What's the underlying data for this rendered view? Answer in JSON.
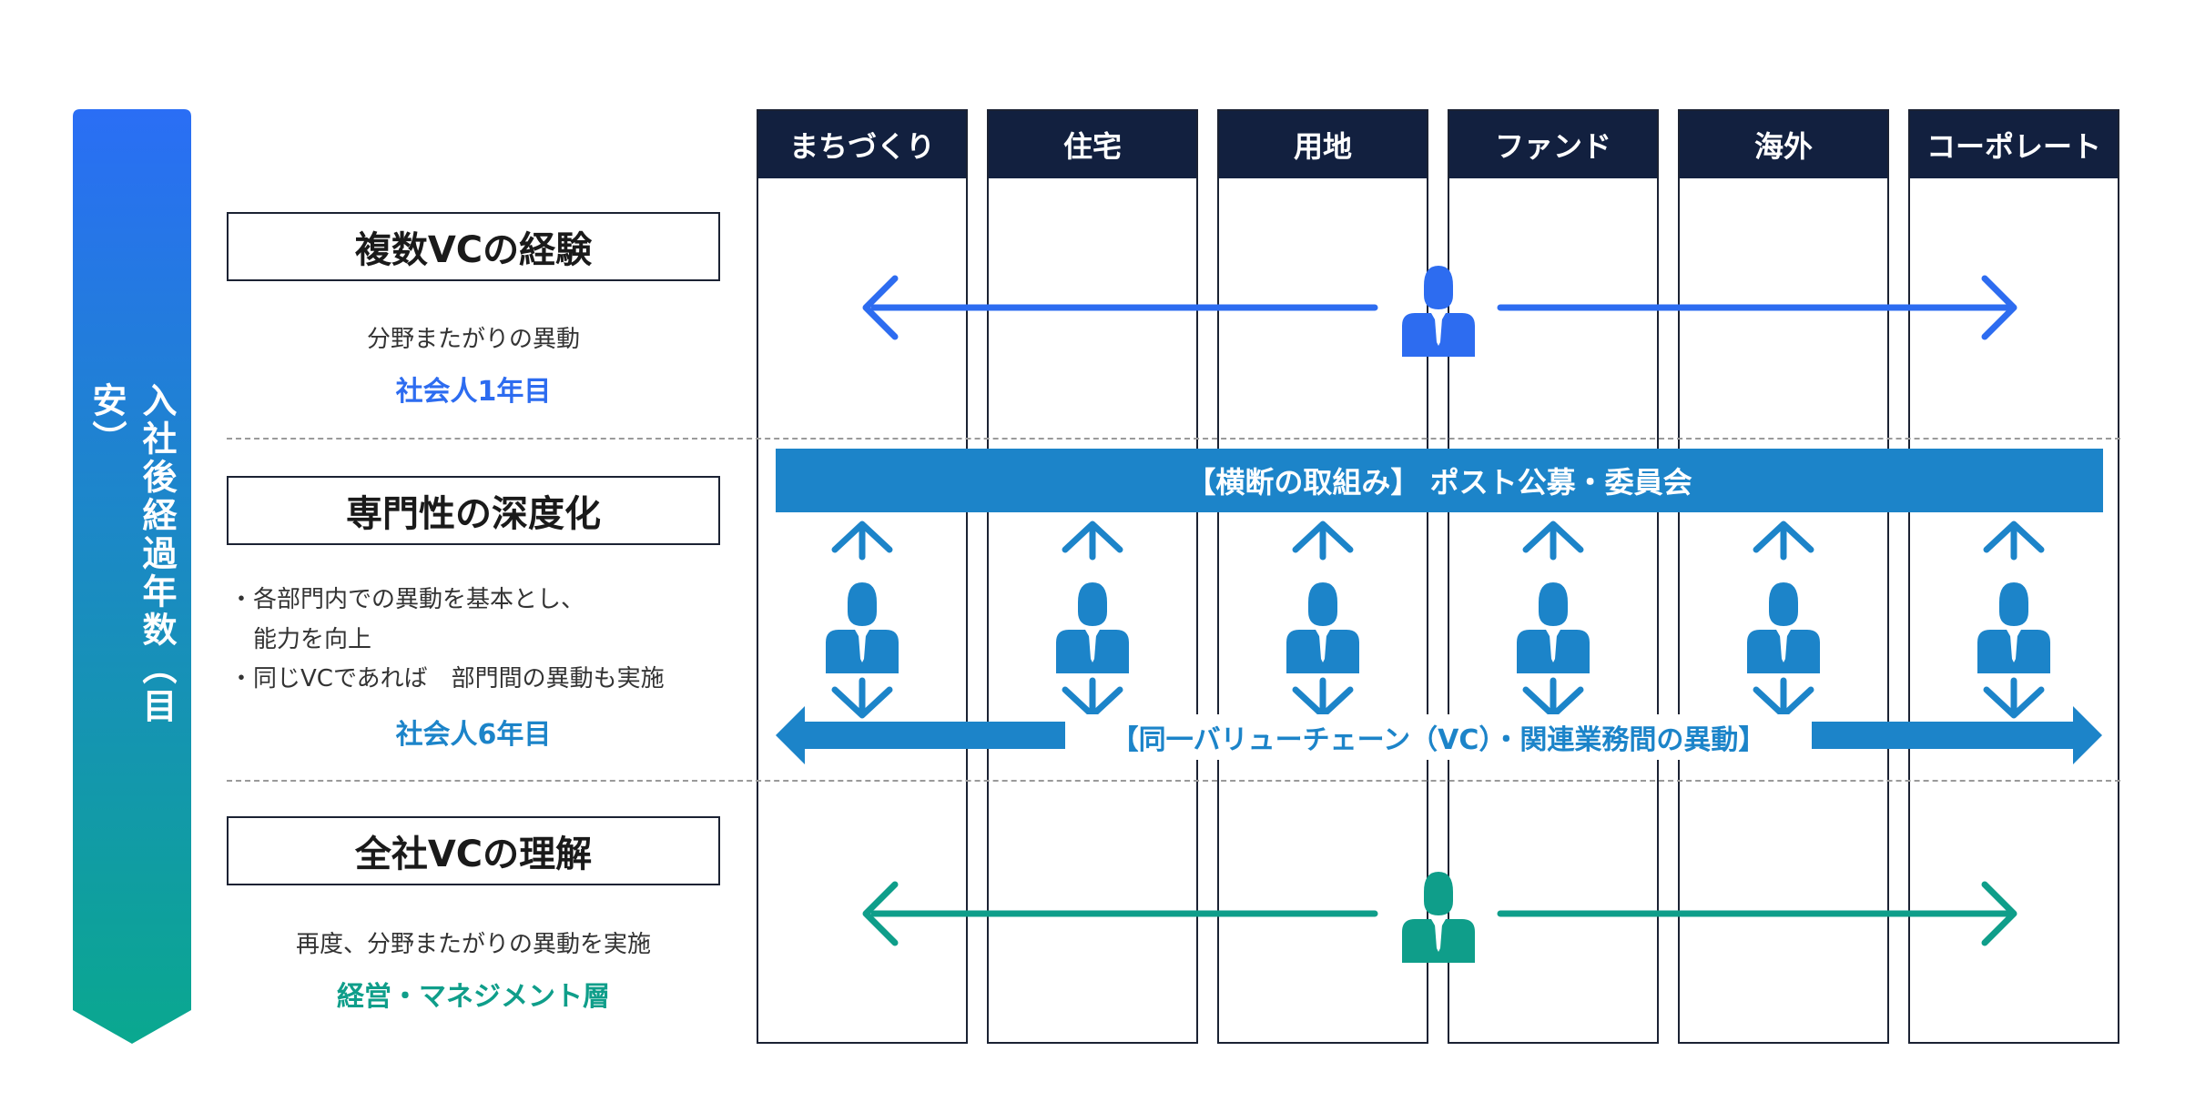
{
  "side_label": "入社後経過年数（目安）",
  "departments": [
    "まちづくり",
    "住宅",
    "用地",
    "ファンド",
    "海外",
    "コーポレート"
  ],
  "stages": [
    {
      "title": "複数VCの経験",
      "text": "分野またがりの異動",
      "level": "社会人1年目"
    },
    {
      "title": "専門性の深度化",
      "bullets": [
        "・各部門内での異動を基本とし、\n　能力を向上",
        "・同じVCであれば　部門間の異動も実施"
      ],
      "level": "社会人6年目"
    },
    {
      "title": "全社VCの理解",
      "text": "再度、分野またがりの異動を実施",
      "level": "経営・マネジメント層"
    }
  ],
  "cross_band": "【横断の取組み】 ポスト公募・委員会",
  "vc_label": "【同一バリューチェーン（VC）・関連業務間の異動】",
  "colors": {
    "navy": "#12203f",
    "blue": "#2d6cf0",
    "mid_blue": "#1c84c9",
    "teal": "#0f9e8a",
    "arrow_gradient": [
      "#2a6ef5",
      "#0aa88f"
    ]
  },
  "icons": [
    "person-icon",
    "left-arrow-icon",
    "right-arrow-icon",
    "up-arrow-icon",
    "down-arrow-icon"
  ]
}
